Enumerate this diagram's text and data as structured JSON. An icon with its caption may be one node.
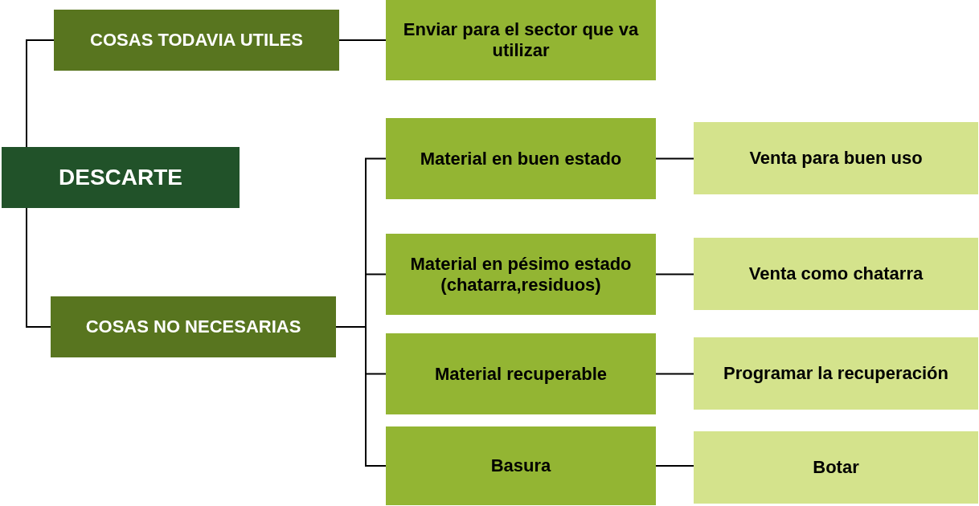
{
  "diagram": {
    "nodes": [
      {
        "text": [
          "DESCARTE"
        ]
      },
      {
        "text": [
          "COSAS TODAVIA UTILES"
        ]
      },
      {
        "text": [
          "Enviar para el sector que va utilizar"
        ]
      },
      {
        "text": [
          "COSAS NO NECESARIAS"
        ]
      },
      {
        "text": [
          "Material en buen estado"
        ]
      },
      {
        "text": [
          "Venta para buen uso"
        ]
      },
      {
        "text": [
          "Material en pésimo estado (chatarra,residuos)"
        ]
      },
      {
        "text": [
          "Venta como chatarra"
        ]
      },
      {
        "text": [
          "Material recuperable"
        ]
      },
      {
        "text": [
          "Programar la recuperación"
        ]
      },
      {
        "text": [
          "Basura"
        ]
      },
      {
        "text": [
          "Botar"
        ]
      }
    ],
    "edges": [
      {
        "from": 0,
        "to": 1,
        "arrow": "none"
      },
      {
        "from": 0,
        "to": 3,
        "arrow": "none"
      },
      {
        "from": 1,
        "to": 2,
        "arrow": "none"
      },
      {
        "from": 3,
        "to": 4,
        "arrow": "none"
      },
      {
        "from": 3,
        "to": 6,
        "arrow": "none"
      },
      {
        "from": 3,
        "to": 8,
        "arrow": "none"
      },
      {
        "from": 3,
        "to": 10,
        "arrow": "none"
      },
      {
        "from": 4,
        "to": 5,
        "arrow": "none"
      },
      {
        "from": 6,
        "to": 7,
        "arrow": "none"
      },
      {
        "from": 8,
        "to": 9,
        "arrow": "none"
      },
      {
        "from": 10,
        "to": 11,
        "arrow": "none"
      }
    ]
  }
}
